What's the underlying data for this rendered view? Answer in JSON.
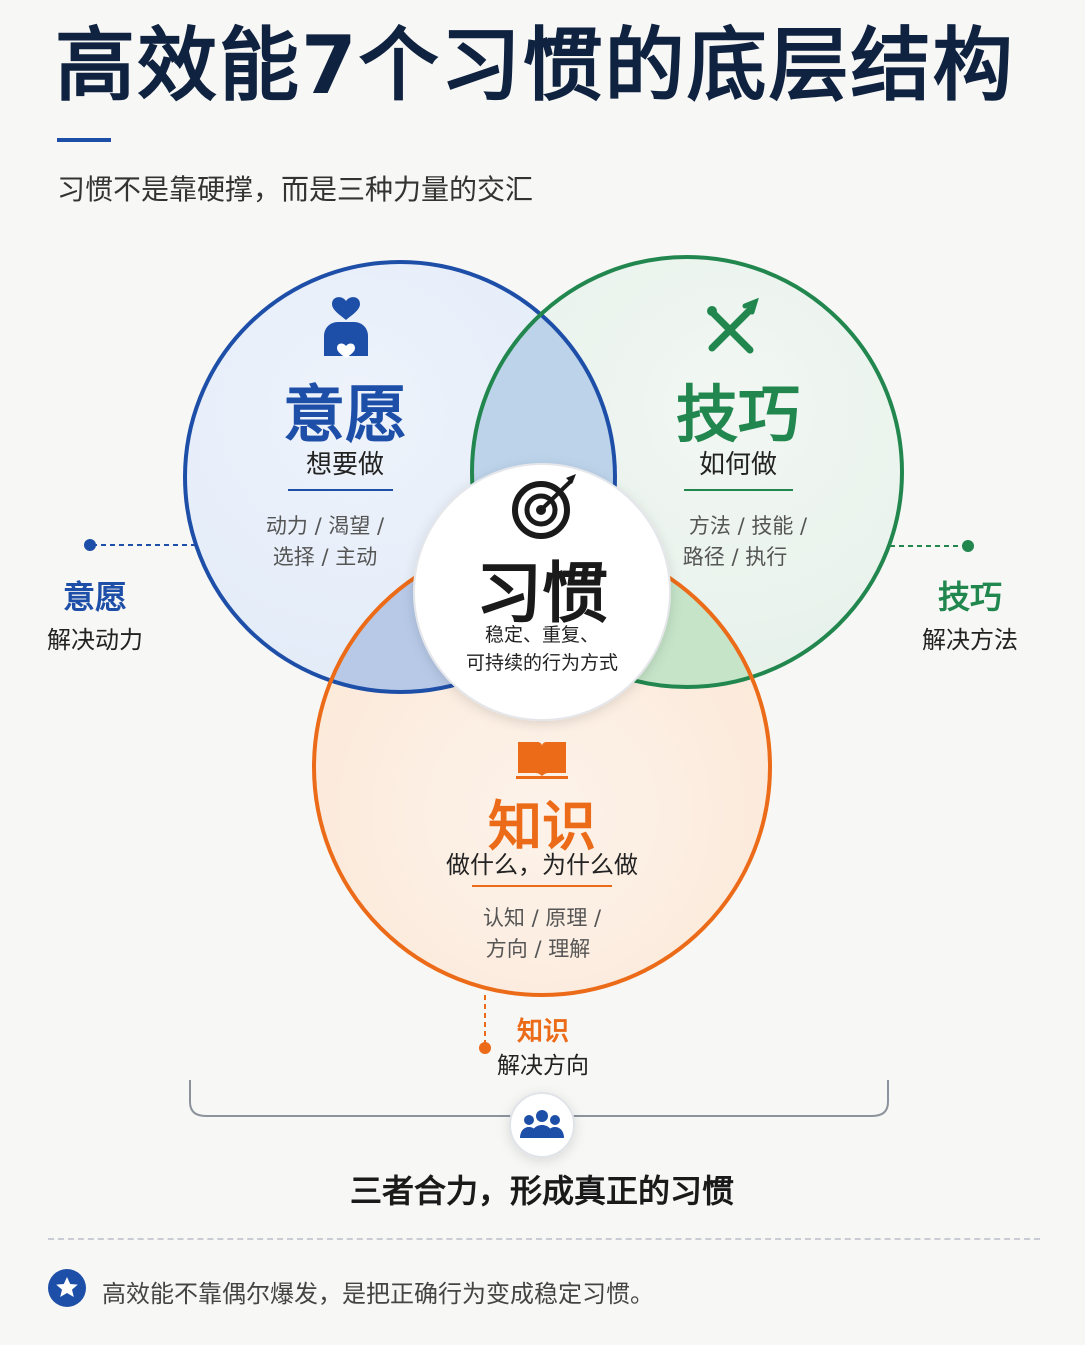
{
  "header": {
    "title": "高效能7个习惯的底层结构",
    "subtitle": "习惯不是靠硬撑，而是三种力量的交汇"
  },
  "colors": {
    "will": "#1e4fa8",
    "skill": "#22874e",
    "knowledge": "#ec6b18",
    "title": "#0f2240"
  },
  "circles": {
    "will": {
      "icon": "heart-person-icon",
      "title": "意愿",
      "subtitle": "想要做",
      "detail_line1": "动力 / 渴望 /",
      "detail_line2": "选择 / 主动"
    },
    "skill": {
      "icon": "tools-icon",
      "title": "技巧",
      "subtitle": "如何做",
      "detail_line1": "方法 / 技能 /",
      "detail_line2": "路径 / 执行"
    },
    "knowledge": {
      "icon": "book-icon",
      "title": "知识",
      "subtitle": "做什么，为什么做",
      "detail_line1": "认知 / 原理 /",
      "detail_line2": "方向 / 理解"
    },
    "center": {
      "icon": "target-icon",
      "title": "习惯",
      "line1": "稳定、重复、",
      "line2": "可持续的行为方式"
    }
  },
  "callouts": {
    "will": {
      "title": "意愿",
      "text": "解决动力"
    },
    "skill": {
      "title": "技巧",
      "text": "解决方法"
    },
    "knowledge": {
      "title": "知识",
      "text": "解决方向"
    }
  },
  "summary": {
    "icon": "group-icon",
    "text": "三者合力，形成真正的习惯"
  },
  "footer": {
    "icon": "star-badge-icon",
    "note": "高效能不靠偶尔爆发，是把正确行为变成稳定习惯。"
  }
}
